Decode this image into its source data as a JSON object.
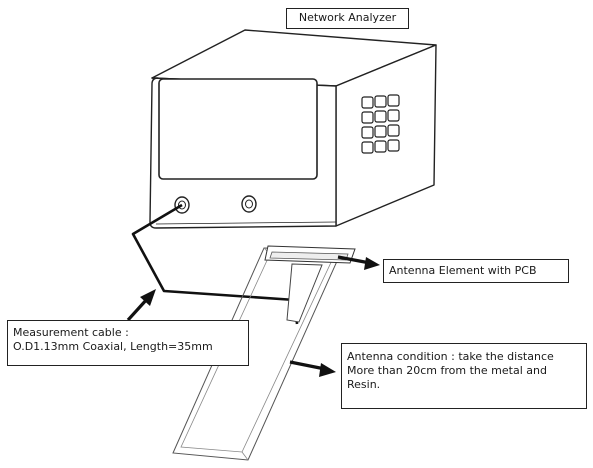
{
  "labels": {
    "network_analyzer": "Network Analyzer",
    "antenna_element": "Antenna Element with PCB",
    "measurement_cable": {
      "line1": "Measurement cable :",
      "line2": "O.D1.13mm Coaxial, Length=35mm"
    },
    "antenna_condition": {
      "line1": "Antenna condition : take the distance",
      "line2": "More than 20cm from the metal and",
      "line3": "Resin."
    }
  },
  "keypad": {
    "rows": 4,
    "cols": 3
  },
  "colors": {
    "stroke": "#222222",
    "fill": "#ffffff",
    "text": "#1a1a1a"
  }
}
